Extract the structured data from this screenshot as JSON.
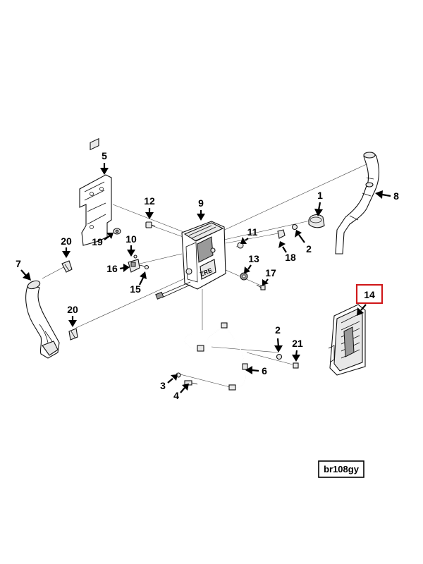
{
  "diagram": {
    "callouts": [
      {
        "id": "c1",
        "label": "1"
      },
      {
        "id": "c2a",
        "label": "2"
      },
      {
        "id": "c2b",
        "label": "2"
      },
      {
        "id": "c3",
        "label": "3"
      },
      {
        "id": "c4",
        "label": "4"
      },
      {
        "id": "c5",
        "label": "5"
      },
      {
        "id": "c6",
        "label": "6"
      },
      {
        "id": "c7",
        "label": "7"
      },
      {
        "id": "c8",
        "label": "8"
      },
      {
        "id": "c9",
        "label": "9"
      },
      {
        "id": "c10",
        "label": "10"
      },
      {
        "id": "c11",
        "label": "11"
      },
      {
        "id": "c12",
        "label": "12"
      },
      {
        "id": "c13",
        "label": "13"
      },
      {
        "id": "c14",
        "label": "14",
        "highlighted": true
      },
      {
        "id": "c15",
        "label": "15"
      },
      {
        "id": "c16",
        "label": "16"
      },
      {
        "id": "c17",
        "label": "17"
      },
      {
        "id": "c18",
        "label": "18"
      },
      {
        "id": "c19",
        "label": "19"
      },
      {
        "id": "c20a",
        "label": "20"
      },
      {
        "id": "c20b",
        "label": "20"
      },
      {
        "id": "c21",
        "label": "21"
      }
    ],
    "reference_code": "br108gy",
    "highlight_color": "#d0191b"
  }
}
